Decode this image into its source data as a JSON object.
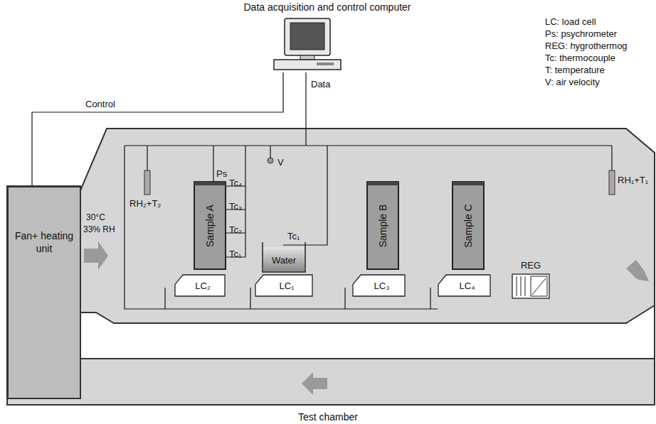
{
  "diagram": {
    "nodes": [
      {
        "text": [
          "Data acquisition and control computer"
        ]
      },
      {
        "text": [
          "Fan+ heating unit"
        ]
      },
      {
        "text": [
          "Sample A"
        ]
      },
      {
        "text": [
          "LC₂"
        ]
      },
      {
        "text": [
          "Water"
        ]
      },
      {
        "text": [
          "LC₁"
        ]
      },
      {
        "text": [
          "Sample B"
        ]
      },
      {
        "text": [
          "LC₃"
        ]
      },
      {
        "text": [
          "Sample C"
        ]
      },
      {
        "text": [
          "LC₄"
        ]
      },
      {
        "text": [
          "REG"
        ]
      }
    ],
    "edges": [
      {
        "from": 0,
        "to": 1,
        "label": "Control",
        "arrow": "none"
      }
    ],
    "labels": [
      "Data",
      "30°C",
      "33% RH",
      "RH₂+T₂",
      "Ps",
      "Tc₄",
      "Tc₃",
      "Tc₂",
      "Tc₁",
      "V",
      "Tc₁",
      "RH₁+T₁",
      "Test chamber",
      "LC: load cell",
      "Ps: psychrometer",
      "REG: hygrothermog",
      "Tc: thermocouple",
      "T: temperature",
      "V: air velocity"
    ]
  }
}
